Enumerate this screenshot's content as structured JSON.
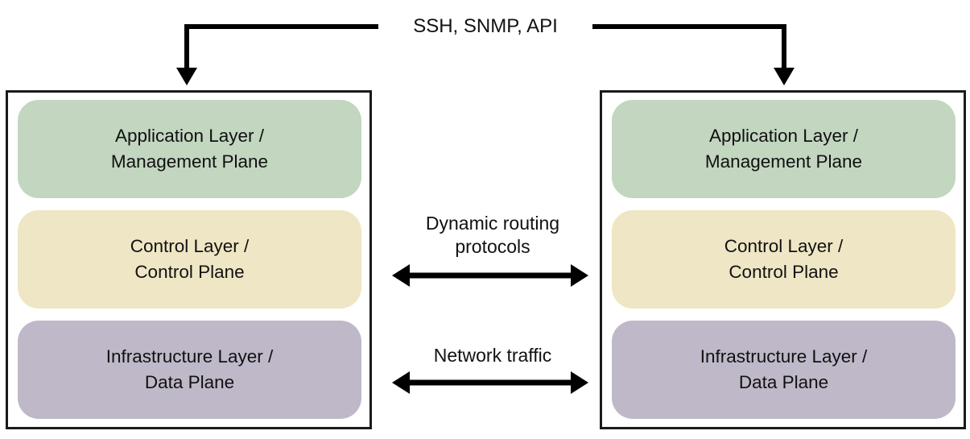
{
  "diagram": {
    "title": "Two-device network layer architecture with inter-device communication",
    "colors": {
      "application_layer": "#C2D6C0",
      "control_layer": "#EEE6C4",
      "infrastructure_layer": "#BEB8C8",
      "outline": "#1A1A1A",
      "arrow": "#000000",
      "background": "#FFFFFF",
      "text": "#111111"
    },
    "devices": [
      {
        "id": "device-left",
        "layers": [
          {
            "id": "application",
            "label": "Application Layer /\nManagement Plane",
            "color": "#C2D6C0"
          },
          {
            "id": "control",
            "label": "Control Layer /\nControl Plane",
            "color": "#EEE6C4"
          },
          {
            "id": "infrastructure",
            "label": "Infrastructure Layer /\nData Plane",
            "color": "#BEB8C8"
          }
        ]
      },
      {
        "id": "device-right",
        "layers": [
          {
            "id": "application",
            "label": "Application Layer /\nManagement Plane",
            "color": "#C2D6C0"
          },
          {
            "id": "control",
            "label": "Control Layer /\nControl Plane",
            "color": "#EEE6C4"
          },
          {
            "id": "infrastructure",
            "label": "Infrastructure Layer /\nData Plane",
            "color": "#BEB8C8"
          }
        ]
      }
    ],
    "connections": [
      {
        "id": "management-connection",
        "label": "SSH, SNMP, API",
        "style": "elbow-double-inward",
        "from": "device-left.application",
        "to": "device-right.application"
      },
      {
        "id": "control-connection",
        "label": "Dynamic routing\nprotocols",
        "style": "double-headed",
        "from": "device-left.control",
        "to": "device-right.control"
      },
      {
        "id": "data-connection",
        "label": "Network traffic",
        "style": "double-headed",
        "from": "device-left.infrastructure",
        "to": "device-right.infrastructure"
      }
    ]
  }
}
